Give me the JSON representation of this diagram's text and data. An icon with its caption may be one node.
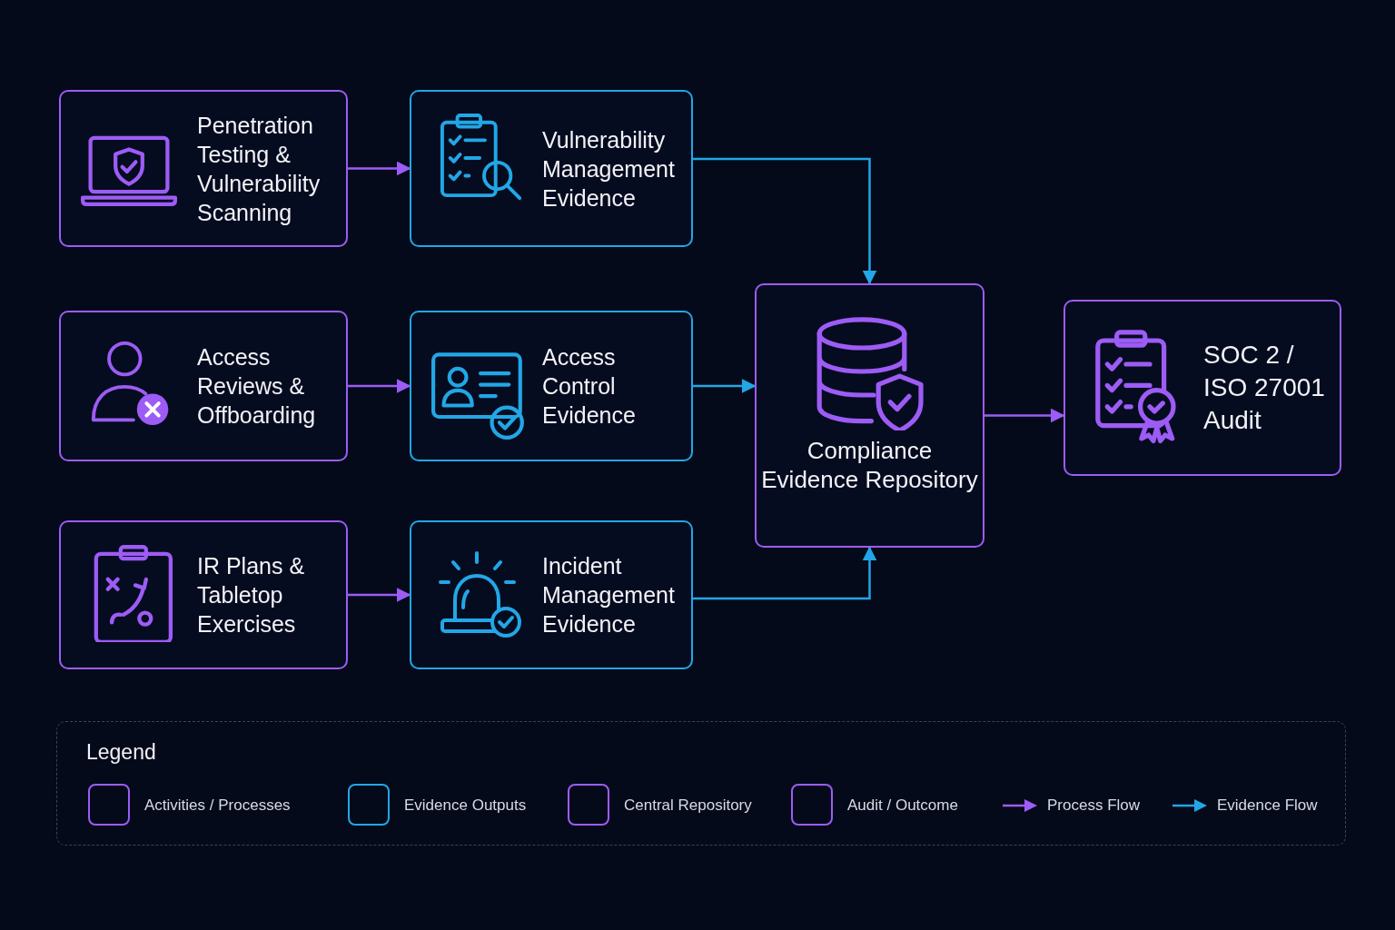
{
  "diagram": {
    "nodes": [
      {
        "text": [
          "Penetration Testing & Vulnerability Scanning"
        ]
      },
      {
        "text": [
          "Vulnerability Management Evidence"
        ]
      },
      {
        "text": [
          "Access Reviews & Offboarding"
        ]
      },
      {
        "text": [
          "Access Control Evidence"
        ]
      },
      {
        "text": [
          "IR Plans & Tabletop Exercises"
        ]
      },
      {
        "text": [
          "Incident Management Evidence"
        ]
      },
      {
        "text": [
          "Compliance Evidence Repository"
        ]
      },
      {
        "text": [
          "SOC 2 / ISO 27001 Audit"
        ]
      }
    ],
    "edges": [
      {
        "from": 0,
        "to": 1,
        "arrow": "to"
      },
      {
        "from": 2,
        "to": 3,
        "arrow": "to"
      },
      {
        "from": 4,
        "to": 5,
        "arrow": "to"
      },
      {
        "from": 1,
        "to": 6,
        "arrow": "to",
        "color": "#22a7e6"
      },
      {
        "from": 3,
        "to": 6,
        "arrow": "to",
        "color": "#22a7e6"
      },
      {
        "from": 5,
        "to": 6,
        "arrow": "to",
        "color": "#22a7e6"
      },
      {
        "from": 6,
        "to": 7,
        "arrow": "to"
      }
    ],
    "labels": [
      "Legend"
    ],
    "legend": [
      {
        "text": "Activities / Processes",
        "color": "#9d5cf5"
      },
      {
        "text": "Evidence Outputs",
        "color": "#22a7e6"
      },
      {
        "text": "Central Repository",
        "color": "#9d5cf5"
      },
      {
        "text": "Audit / Outcome",
        "color": "#9d5cf5"
      },
      {
        "text": "Process Flow"
      },
      {
        "text": "Evidence Flow"
      }
    ]
  }
}
